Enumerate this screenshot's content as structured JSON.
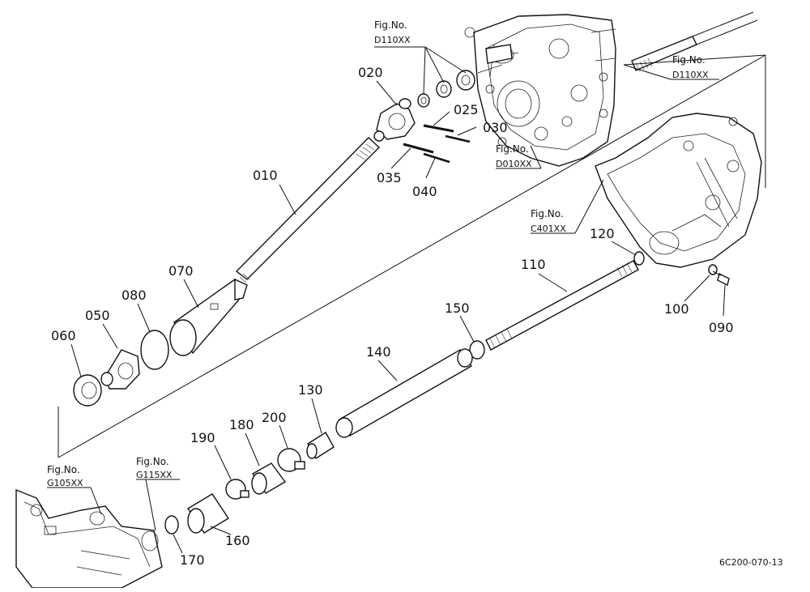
{
  "parts": [
    {
      "id": "010",
      "label": "010"
    },
    {
      "id": "020",
      "label": "020"
    },
    {
      "id": "025",
      "label": "025"
    },
    {
      "id": "030",
      "label": "030"
    },
    {
      "id": "035",
      "label": "035"
    },
    {
      "id": "040",
      "label": "040"
    },
    {
      "id": "050",
      "label": "050"
    },
    {
      "id": "060",
      "label": "060"
    },
    {
      "id": "070",
      "label": "070"
    },
    {
      "id": "080",
      "label": "080"
    },
    {
      "id": "090",
      "label": "090"
    },
    {
      "id": "100",
      "label": "100"
    },
    {
      "id": "110",
      "label": "110"
    },
    {
      "id": "120",
      "label": "120"
    },
    {
      "id": "130",
      "label": "130"
    },
    {
      "id": "140",
      "label": "140"
    },
    {
      "id": "150",
      "label": "150"
    },
    {
      "id": "160",
      "label": "160"
    },
    {
      "id": "170",
      "label": "170"
    },
    {
      "id": "180",
      "label": "180"
    },
    {
      "id": "190",
      "label": "190"
    },
    {
      "id": "200",
      "label": "200"
    }
  ],
  "figure_refs": [
    {
      "prefix": "Fig.No.",
      "code": "D110XX"
    },
    {
      "prefix": "Fig.No.",
      "code": "D110XX"
    },
    {
      "prefix": "Fig.No.",
      "code": "D010XX"
    },
    {
      "prefix": "Fig.No.",
      "code": "C401XX"
    },
    {
      "prefix": "Fig.No.",
      "code": "G105XX"
    },
    {
      "prefix": "Fig.No.",
      "code": "G115XX"
    }
  ],
  "diagram_id": "6C200-070-13"
}
